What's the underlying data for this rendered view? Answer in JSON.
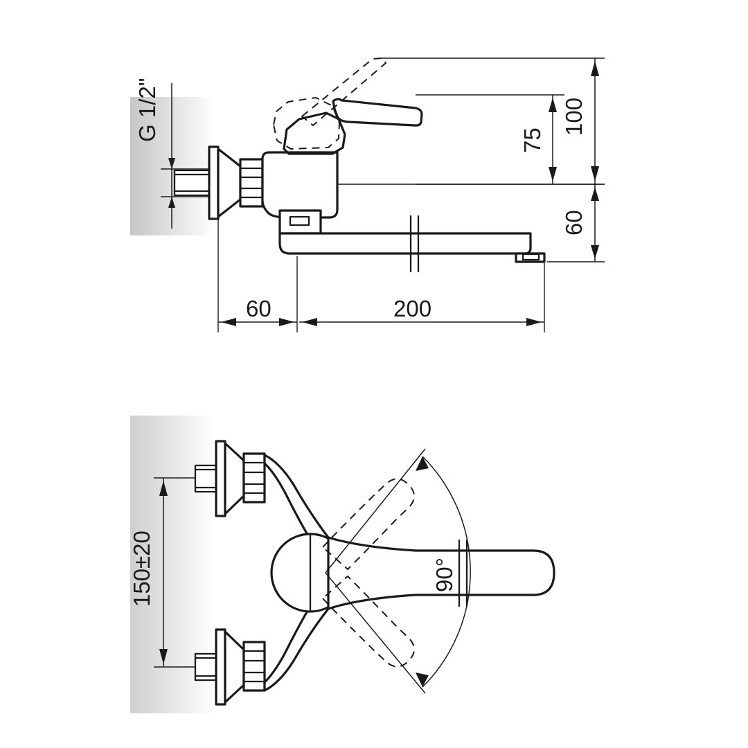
{
  "drawing": {
    "type": "technical-dimension-drawing",
    "subject": "wall-mounted single-lever sink mixer tap",
    "units": "mm",
    "views": [
      {
        "id": "side-elevation",
        "name": "Side elevation view",
        "position": "top"
      },
      {
        "id": "plan-view",
        "name": "Plan / top view",
        "position": "bottom"
      }
    ],
    "dimensions": {
      "thread_label": "G 1/2\"",
      "spout_height_total": "100",
      "body_height": "75",
      "spout_drop": "60",
      "wall_offset": "60",
      "spout_reach": "200",
      "inlet_centre_spacing": "150±20",
      "swivel_angle": "90°"
    },
    "labels": {
      "thread": "G 1/2\"",
      "height_100": "100",
      "height_75": "75",
      "height_60": "60",
      "width_60": "60",
      "width_200": "200",
      "spacing_150": "150±20",
      "angle_90": "90°"
    },
    "colors": {
      "line": "#1a1a1a",
      "background": "#ffffff",
      "wall_shade_start": "#c9c9c9",
      "wall_shade_end": "#ffffff"
    }
  }
}
